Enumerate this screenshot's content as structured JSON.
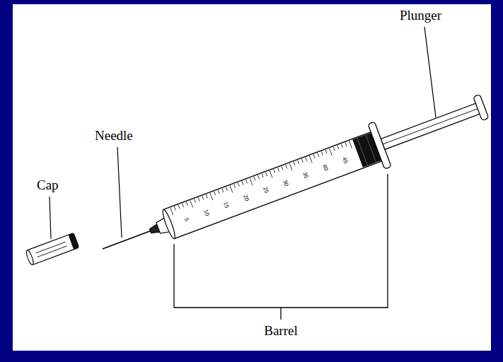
{
  "diagram": {
    "labels": [
      "Plunger",
      "Needle",
      "Cap",
      "Barrel",
      "5",
      "10",
      "15",
      "20",
      "25",
      "30",
      "35",
      "40",
      "45"
    ]
  }
}
